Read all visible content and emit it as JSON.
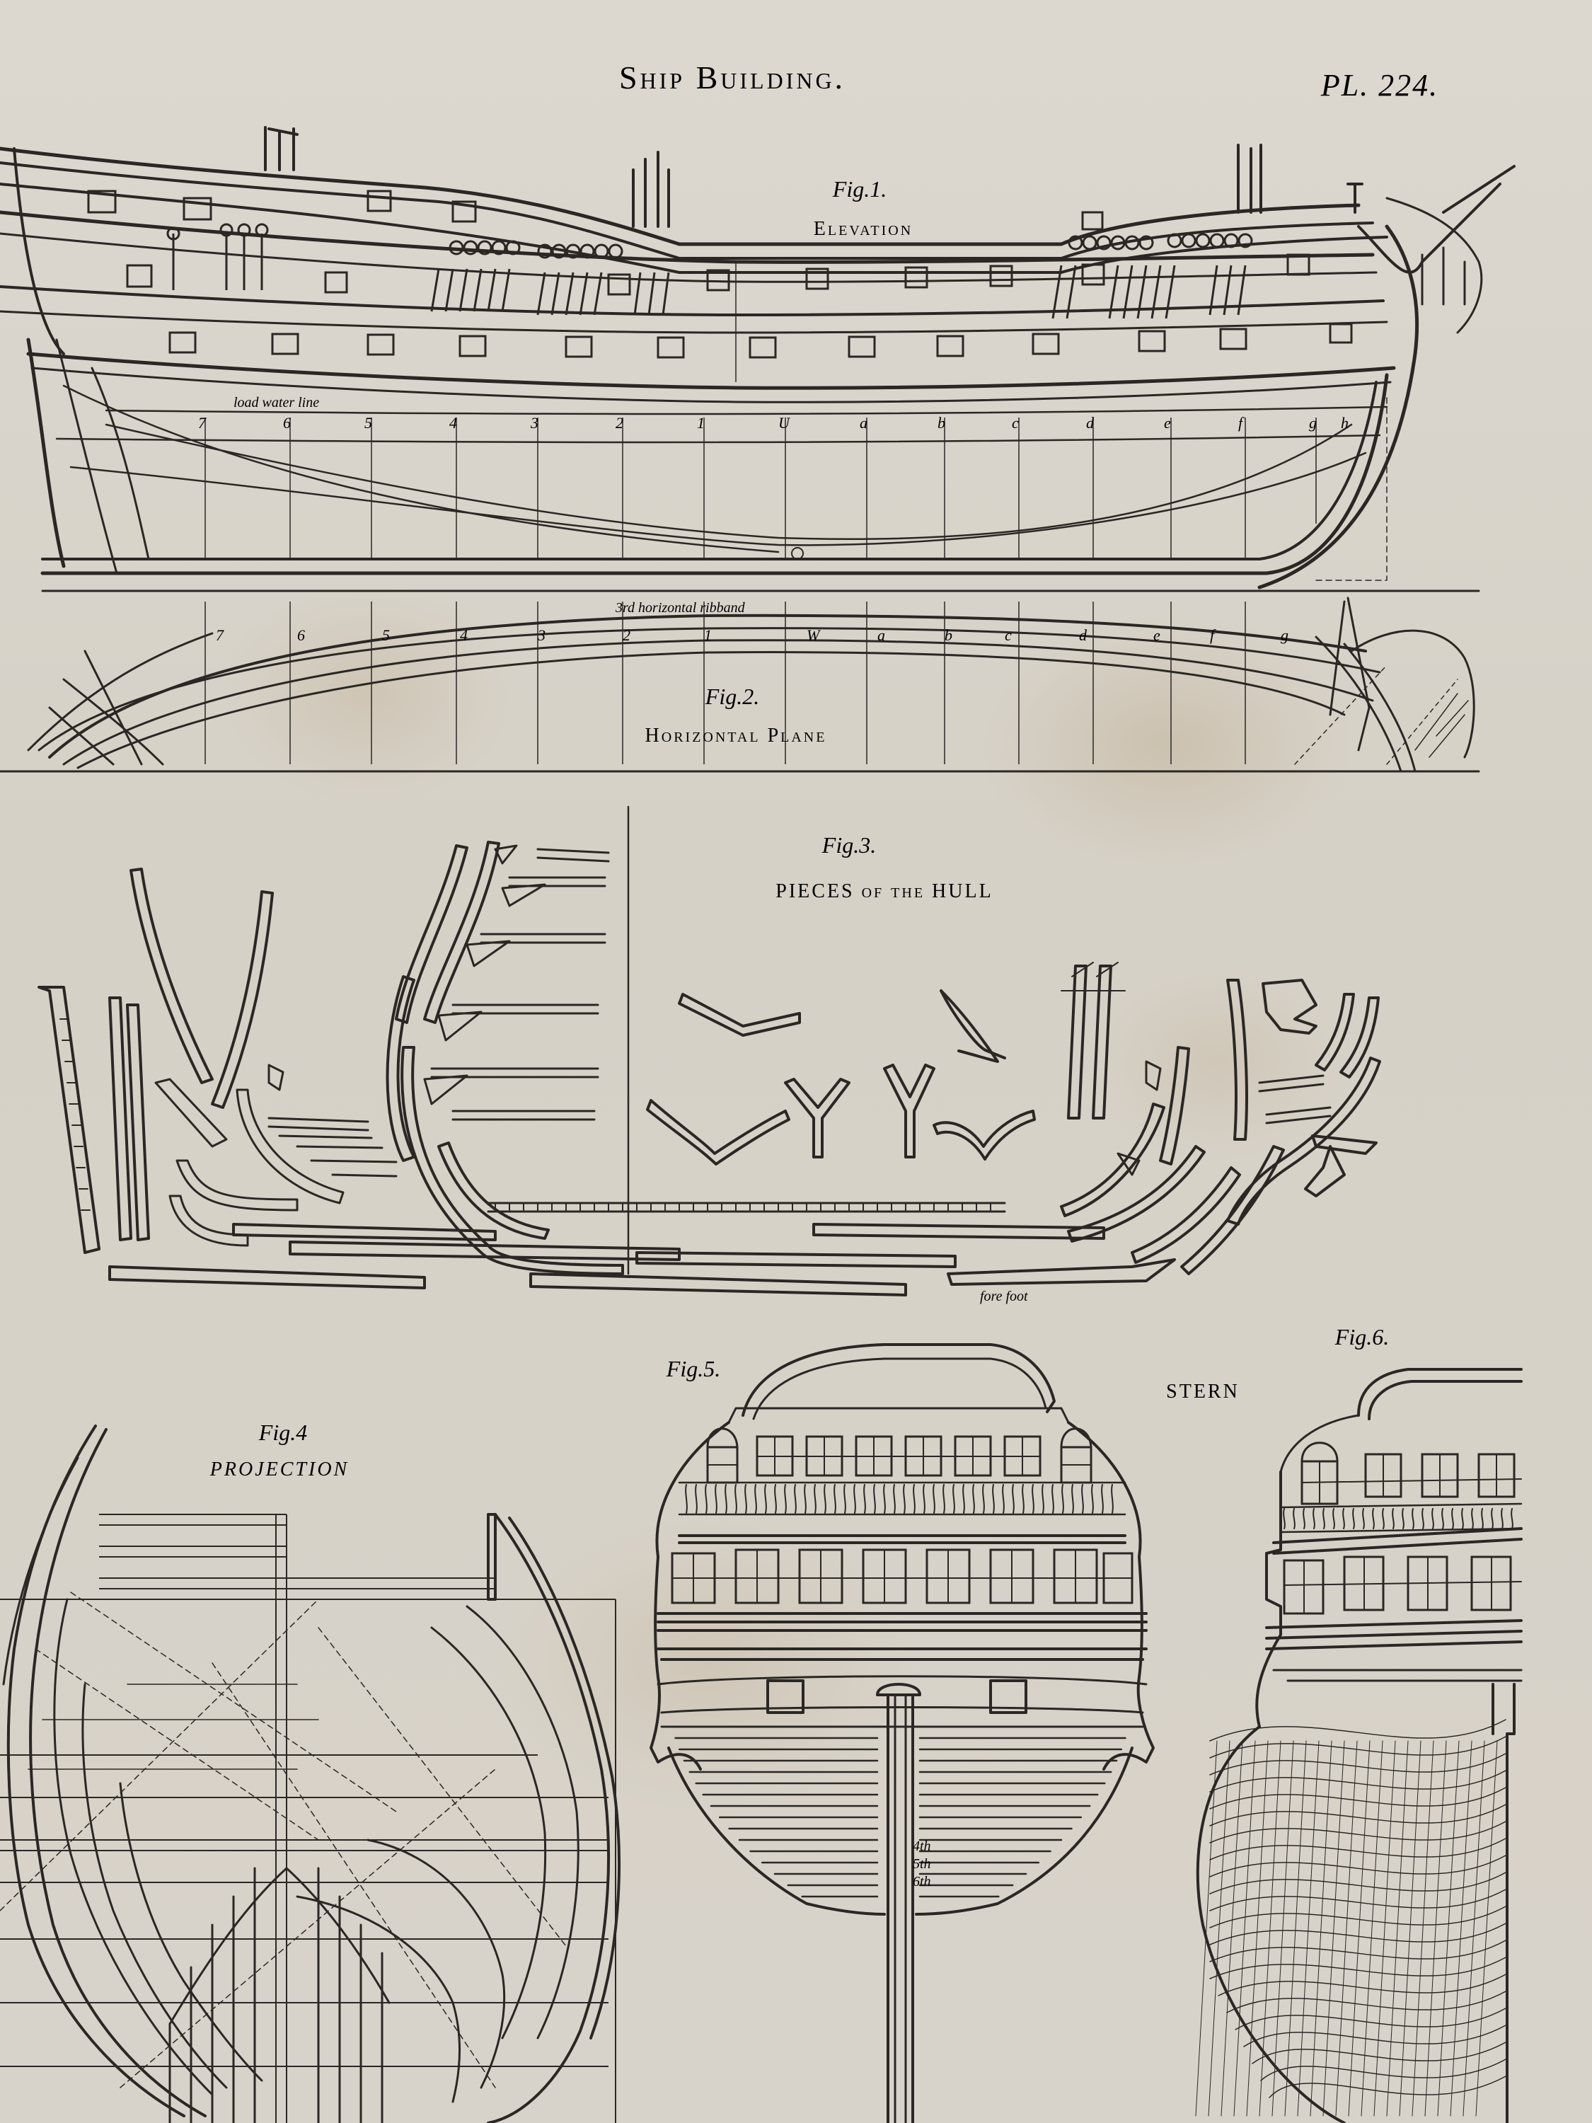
{
  "header": {
    "title": "Ship Building.",
    "plate": "PL. 224."
  },
  "fig1": {
    "label": "Fig.1.",
    "caption": "Elevation",
    "waterline_note": "load water line"
  },
  "fig2": {
    "label": "Fig.2.",
    "caption": "Horizontal Plane",
    "ribband_note": "3rd horizontal ribband"
  },
  "fig3": {
    "label": "Fig.3.",
    "caption": "PIECES of the HULL",
    "forefoot_note": "fore foot"
  },
  "fig4": {
    "label": "Fig.4",
    "caption": "PROJECTION"
  },
  "fig5": {
    "label": "Fig.5."
  },
  "stern_caption": "STERN",
  "fig6": {
    "label": "Fig.6."
  },
  "elevation_stations": [
    "7",
    "6",
    "5",
    "4",
    "3",
    "2",
    "1",
    "U",
    "a",
    "b",
    "c",
    "d",
    "e",
    "f",
    "g",
    "h"
  ],
  "plane_stations": [
    "7",
    "6",
    "5",
    "4",
    "3",
    "2",
    "1",
    "W",
    "a",
    "b",
    "c",
    "d",
    "e",
    "f",
    "g"
  ],
  "fig5_decks": [
    "4th",
    "5th",
    "6th"
  ],
  "colors": {
    "ink": "#2a2724",
    "paper": "#d9d4cb",
    "stain": "#b0966e"
  }
}
